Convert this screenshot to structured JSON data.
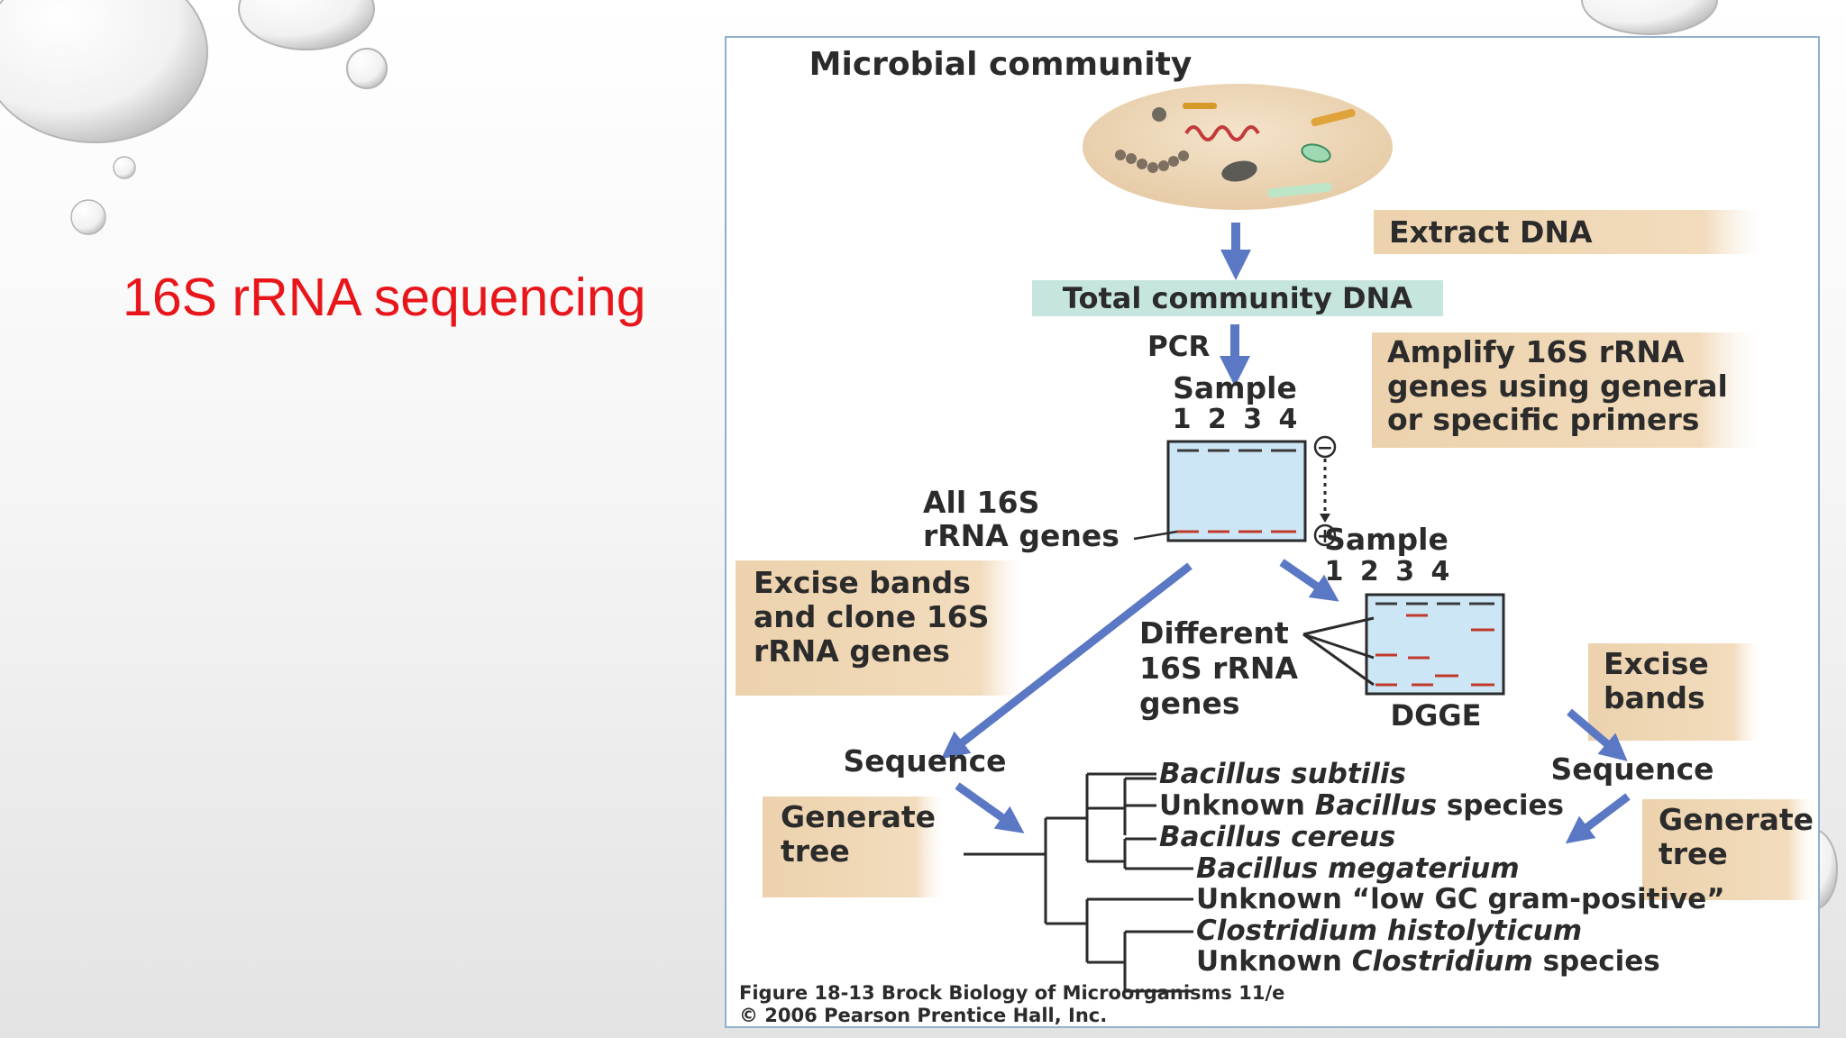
{
  "slide": {
    "title": "16S rRNA sequencing"
  },
  "figure": {
    "community_title": "Microbial community",
    "extract_dna": "Extract DNA",
    "total_dna": "Total community DNA",
    "pcr": "PCR",
    "amplify_lines": [
      "Amplify 16S rRNA",
      "genes using general",
      "or specific primers"
    ],
    "sample_label": "Sample",
    "lane_numbers": "1 2 3 4",
    "minus_sign": "−",
    "plus_sign": "+",
    "all16s_lines": [
      "All 16S",
      "rRNA genes"
    ],
    "excise_clone_lines": [
      "Excise bands",
      "and clone 16S",
      "rRNA genes"
    ],
    "different_lines": [
      "Different",
      "16S rRNA",
      "genes"
    ],
    "dgge": "DGGE",
    "excise_bands_lines": [
      "Excise",
      "bands"
    ],
    "sequence": "Sequence",
    "generate_tree_lines": [
      "Generate",
      "tree"
    ],
    "tree_taxa": [
      {
        "italic": "Bacillus subtilis",
        "plain": ""
      },
      {
        "plain_before": "Unknown ",
        "italic": "Bacillus",
        "plain": " species"
      },
      {
        "italic": "Bacillus cereus",
        "plain": ""
      },
      {
        "italic": "Bacillus megaterium",
        "plain": ""
      },
      {
        "plain_before": "Unknown “low GC gram-positive”",
        "italic": "",
        "plain": ""
      },
      {
        "italic": "Clostridium histolyticum",
        "plain": ""
      },
      {
        "plain_before": "Unknown ",
        "italic": "Clostridium",
        "plain": " species"
      }
    ],
    "caption_line1": "Figure 18-13  Brock Biology of Microorganisms 11/e",
    "caption_line2": "© 2006 Pearson Prentice Hall, Inc.",
    "colors": {
      "arrow": "#5a78c4",
      "tan_box": "#f2dcbd",
      "teal_box": "#c6e5df",
      "gel": "#cde6f6",
      "band": "#c0392b",
      "title_red": "#e8161b"
    }
  }
}
